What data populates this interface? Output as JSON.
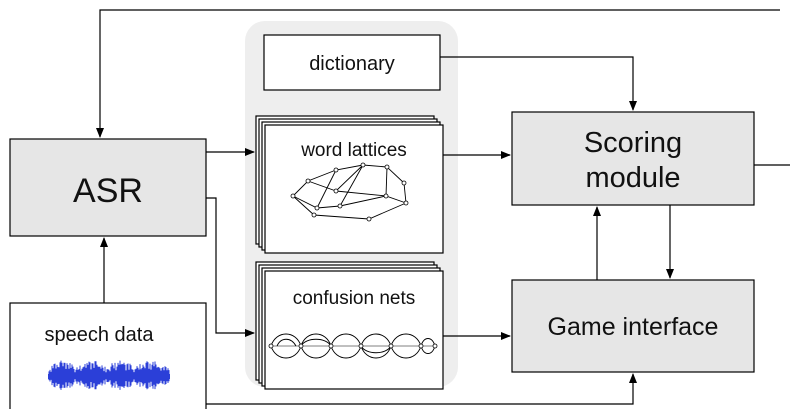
{
  "colors": {
    "stroke": "#000000",
    "module_fill": "#e6e6e6",
    "group_fill": "#eeeeee",
    "box_fill": "#ffffff",
    "waveform": "#2b3fd8"
  },
  "nodes": {
    "asr": "ASR",
    "dictionary": "dictionary",
    "word_lattices": "word lattices",
    "confusion_nets": "confusion nets",
    "scoring_module_line1": "Scoring",
    "scoring_module_line2": "module",
    "game_interface": "Game interface",
    "speech_data": "speech data"
  },
  "icons": {
    "lattice": "word-lattice-graph-icon",
    "confusion": "confusion-network-icon",
    "waveform": "audio-waveform-icon"
  }
}
